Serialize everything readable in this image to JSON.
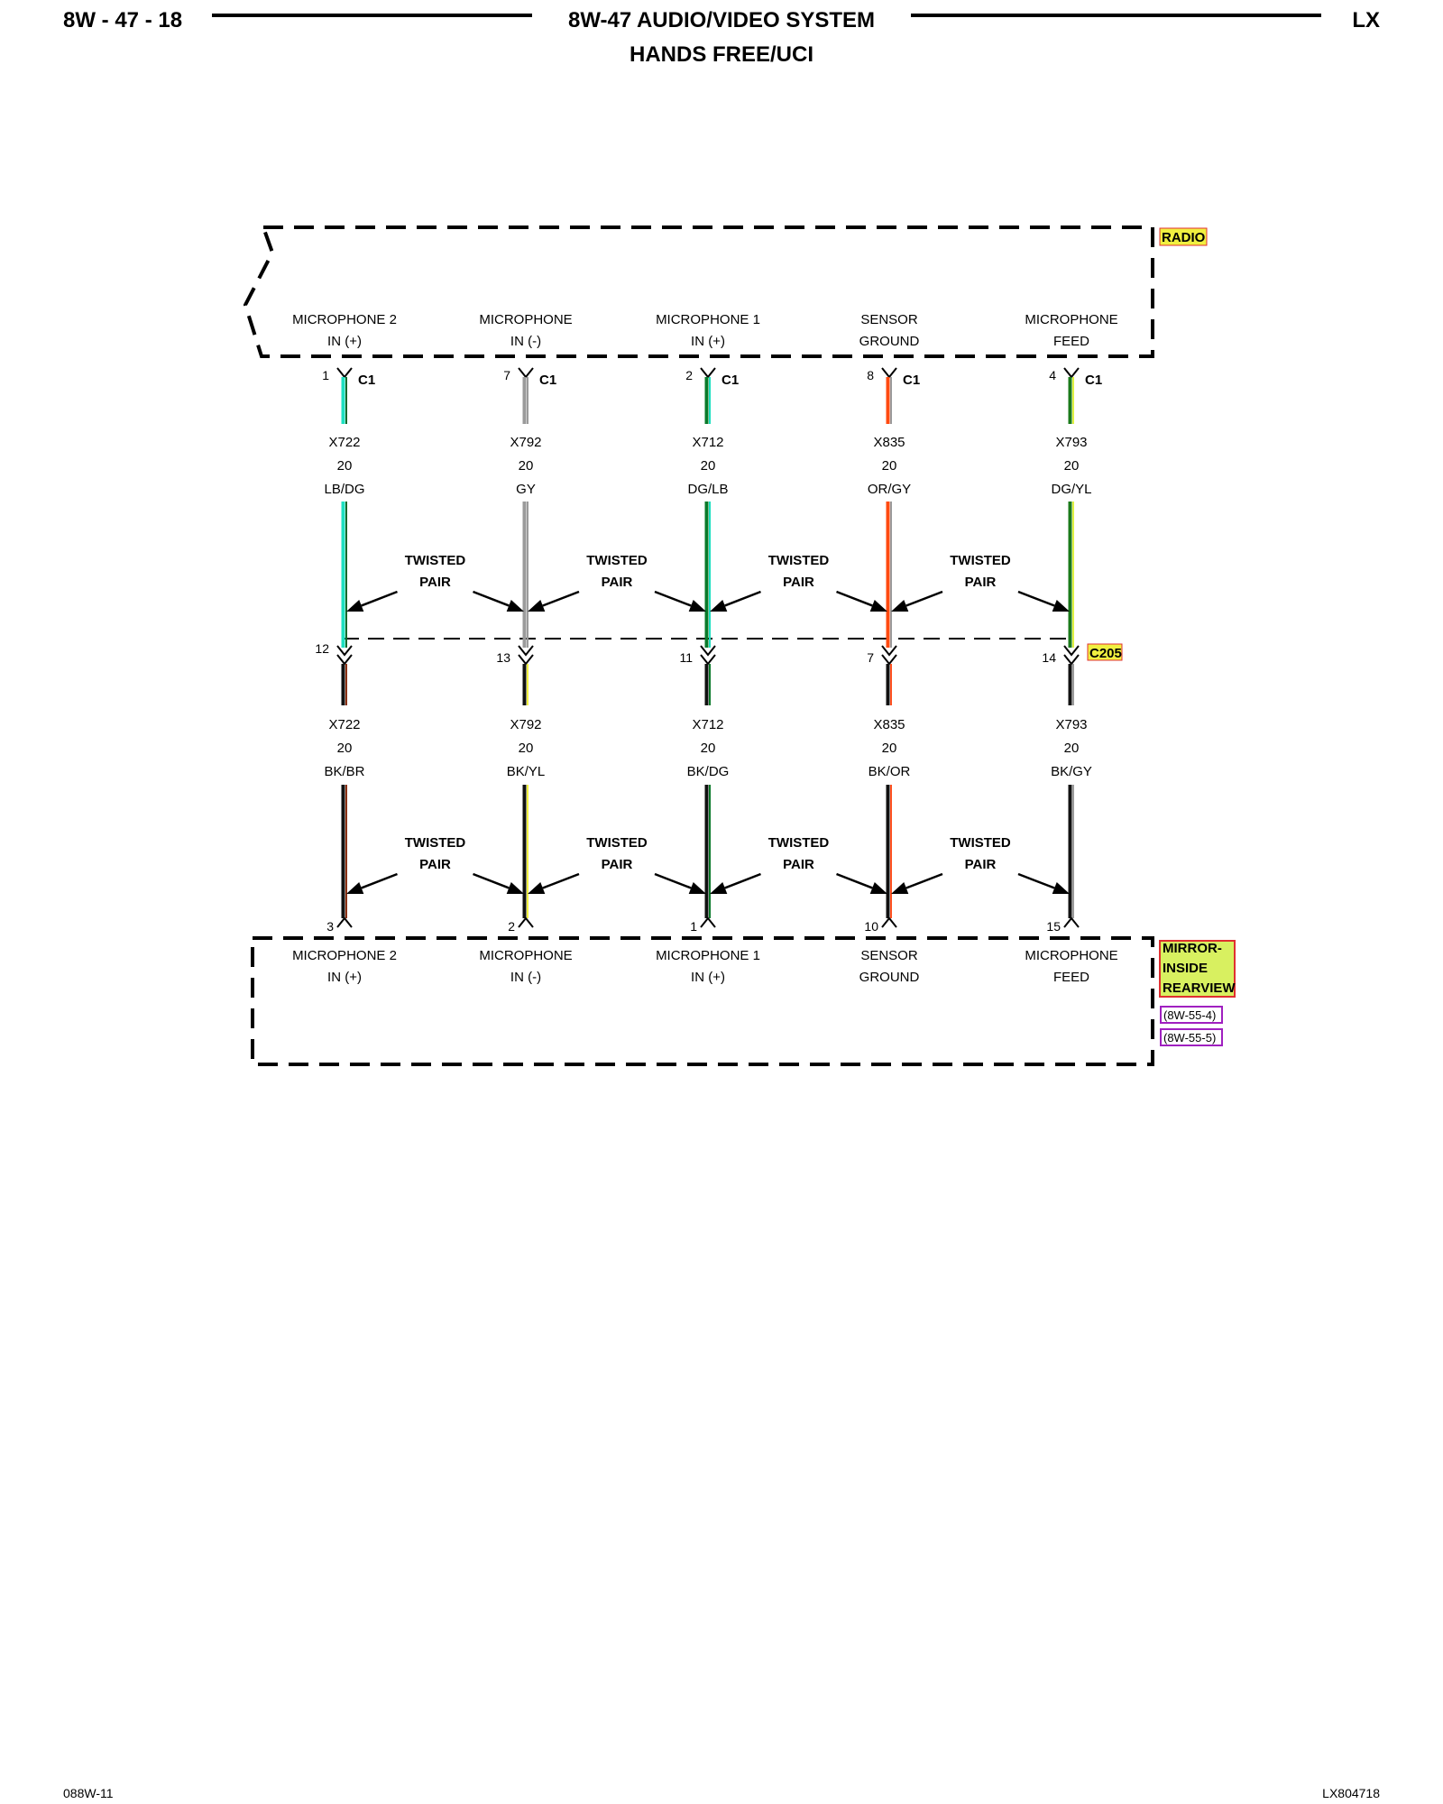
{
  "header": {
    "page_number": "8W - 47 - 18",
    "title_line1": "8W-47 AUDIO/VIDEO SYSTEM",
    "title_line2": "HANDS FREE/UCI",
    "vehicle_code": "LX"
  },
  "footer": {
    "left_code": "088W-11",
    "right_code": "LX804718"
  },
  "radio": {
    "name": "RADIO",
    "connector": "C1",
    "pins": [
      {
        "line1": "MICROPHONE 2",
        "line2": "IN (+)",
        "pin": "1"
      },
      {
        "line1": "MICROPHONE",
        "line2": "IN (-)",
        "pin": "7"
      },
      {
        "line1": "MICROPHONE 1",
        "line2": "IN (+)",
        "pin": "2"
      },
      {
        "line1": "SENSOR",
        "line2": "GROUND",
        "pin": "8"
      },
      {
        "line1": "MICROPHONE",
        "line2": "FEED",
        "pin": "4"
      }
    ]
  },
  "upper_wires": [
    {
      "circuit": "X722",
      "gauge": "20",
      "color_code": "LB/DG",
      "primary": "#1de0c0",
      "stripe": "#0a6a2a"
    },
    {
      "circuit": "X792",
      "gauge": "20",
      "color_code": "GY",
      "primary": "#9a9a9a",
      "stripe": "#9a9a9a"
    },
    {
      "circuit": "X712",
      "gauge": "20",
      "color_code": "DG/LB",
      "primary": "#0a7a2a",
      "stripe": "#1de0c0"
    },
    {
      "circuit": "X835",
      "gauge": "20",
      "color_code": "OR/GY",
      "primary": "#ff4a10",
      "stripe": "#9a9a9a"
    },
    {
      "circuit": "X793",
      "gauge": "20",
      "color_code": "DG/YL",
      "primary": "#1a7a1a",
      "stripe": "#e0f040"
    }
  ],
  "inline_connector": {
    "name": "C205",
    "pins": [
      "12",
      "13",
      "11",
      "7",
      "14"
    ]
  },
  "lower_wires": [
    {
      "circuit": "X722",
      "gauge": "20",
      "color_code": "BK/BR",
      "primary": "#111111",
      "stripe": "#8a3010"
    },
    {
      "circuit": "X792",
      "gauge": "20",
      "color_code": "BK/YL",
      "primary": "#111111",
      "stripe": "#f0f040"
    },
    {
      "circuit": "X712",
      "gauge": "20",
      "color_code": "BK/DG",
      "primary": "#111111",
      "stripe": "#0a7a2a"
    },
    {
      "circuit": "X835",
      "gauge": "20",
      "color_code": "BK/OR",
      "primary": "#111111",
      "stripe": "#ff5020"
    },
    {
      "circuit": "X793",
      "gauge": "20",
      "color_code": "BK/GY",
      "primary": "#111111",
      "stripe": "#9a9a9a"
    }
  ],
  "twisted_pair_labels": {
    "line1": "TWISTED",
    "line2": "PAIR"
  },
  "mirror": {
    "name_line1": "MIRROR-",
    "name_line2": "INSIDE",
    "name_line3": "REARVIEW",
    "xref1": "(8W-55-4)",
    "xref2": "(8W-55-5)",
    "pins": [
      {
        "line1": "MICROPHONE 2",
        "line2": "IN (+)",
        "pin": "3"
      },
      {
        "line1": "MICROPHONE",
        "line2": "IN (-)",
        "pin": "2"
      },
      {
        "line1": "MICROPHONE 1",
        "line2": "IN (+)",
        "pin": "1"
      },
      {
        "line1": "SENSOR",
        "line2": "GROUND",
        "pin": "10"
      },
      {
        "line1": "MICROPHONE",
        "line2": "FEED",
        "pin": "15"
      }
    ]
  },
  "colors": {
    "tag_fill_yellow": "#f0f040",
    "tag_border_red": "#e03030",
    "mirror_tag_fill": "#d8f060",
    "xref_border": "#a020c0"
  }
}
